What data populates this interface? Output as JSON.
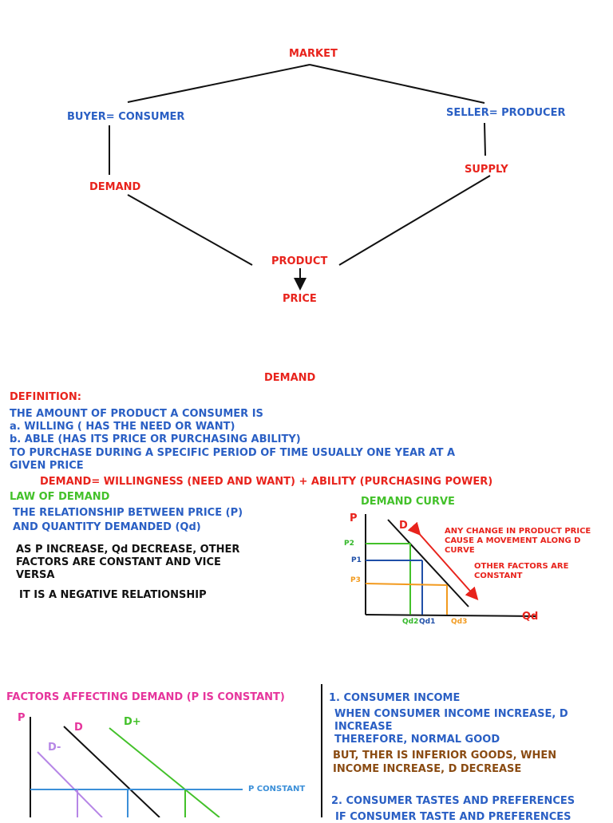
{
  "market_diagram": {
    "market": "MARKET",
    "buyer": "BUYER= CONSUMER",
    "seller": "SELLER= PRODUCER",
    "demand": "DEMAND",
    "supply": "SUPPLY",
    "product": "PRODUCT",
    "price": "PRICE"
  },
  "demand_section": {
    "title": "DEMAND",
    "definition_label": "DEFINITION:",
    "definition_lines": [
      "THE AMOUNT OF PRODUCT A CONSUMER IS",
      "a. WILLING ( HAS THE NEED OR WANT)",
      "b. ABLE (HAS ITS PRICE OR PURCHASING ABILITY)",
      "TO PURCHASE DURING A SPECIFIC PERIOD OF TIME USUALLY ONE YEAR AT A",
      "GIVEN PRICE"
    ],
    "formula": "DEMAND= WILLINGNESS (NEED AND WANT) + ABILITY (PURCHASING POWER)",
    "law_title": "LAW OF DEMAND",
    "law_lines": [
      "THE RELATIONSHIP BETWEEN PRICE (P)",
      "AND QUANTITY DEMANDED (Qd)"
    ],
    "as_p_lines": [
      "AS P INCREASE, Qd DECREASE, OTHER",
      "FACTORS ARE CONSTANT AND VICE",
      "VERSA"
    ],
    "negative": "IT IS A NEGATIVE RELATIONSHIP"
  },
  "demand_curve": {
    "title": "DEMAND CURVE",
    "p_axis": "P",
    "qd_axis": "Qd",
    "d_label": "D",
    "p2": "P2",
    "p1": "P1",
    "p3": "P3",
    "qd2": "Qd2",
    "qd1": "Qd1",
    "qd3": "Qd3",
    "note1_lines": [
      "ANY CHANGE IN PRODUCT PRICE",
      "CAUSE A MOVEMENT ALONG D",
      "CURVE"
    ],
    "note2_lines": [
      "OTHER FACTORS ARE",
      "CONSTANT"
    ]
  },
  "factors": {
    "title": "FACTORS AFFECTING DEMAND (P IS CONSTANT)",
    "p_axis": "P",
    "d": "D",
    "d_plus": "D+",
    "d_minus": "D-",
    "p_constant": "P CONSTANT",
    "item1_title": "1. CONSUMER INCOME",
    "item1_lines": [
      "WHEN CONSUMER INCOME INCREASE, D",
      "INCREASE",
      "THEREFORE, NORMAL GOOD"
    ],
    "item1_but_lines": [
      "BUT, THER IS INFERIOR GOODS, WHEN",
      "INCOME INCREASE, D DECREASE"
    ],
    "item2_title": "2. CONSUMER TASTES AND PREFERENCES",
    "item2_partial": "IF CONSUMER TASTE AND PREFERENCES"
  },
  "colors": {
    "red": "#e8231c",
    "blue": "#2a5fc4",
    "green": "#43c12a",
    "pink": "#e6359c",
    "brown": "#8a4b12",
    "orange": "#f29a1e"
  }
}
